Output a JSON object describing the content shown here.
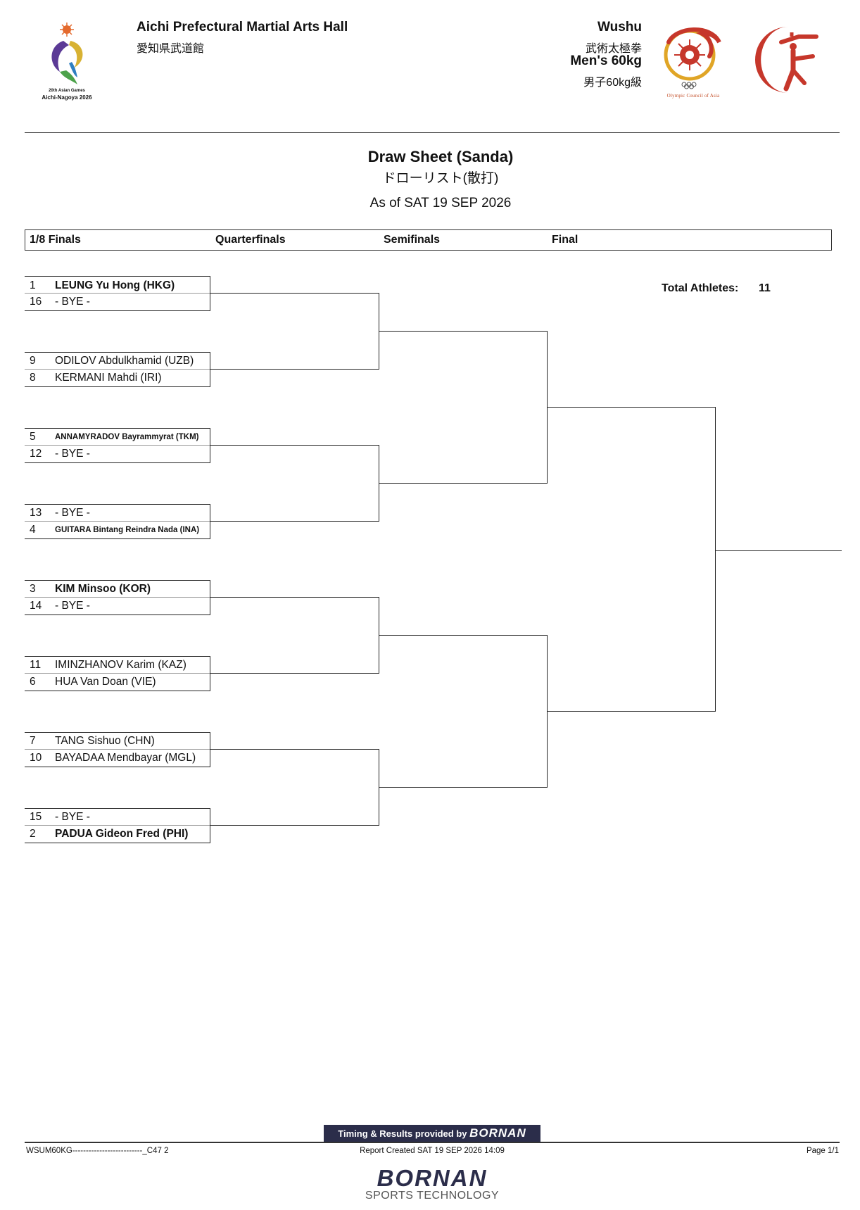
{
  "header": {
    "venue_en": "Aichi Prefectural Martial Arts Hall",
    "venue_jp": "愛知県武道館",
    "sport_en": "Wushu",
    "sport_jp": "武術太極拳",
    "event_en": "Men's 60kg",
    "event_jp": "男子60kg級",
    "games_logo_line1": "20th Asian Games",
    "games_logo_line2": "Aichi-Nagoya 2026",
    "oca_logo_caption": "Olympic Council of Asia"
  },
  "title": {
    "en": "Draw Sheet (Sanda)",
    "jp": "ドローリスト(散打)",
    "as_of": "As of SAT 19 SEP 2026"
  },
  "rounds": [
    "1/8 Finals",
    "Quarterfinals",
    "Semifinals",
    "Final"
  ],
  "total": {
    "label": "Total Athletes:",
    "value": "11"
  },
  "entries": [
    {
      "seed": "1",
      "name": "LEUNG Yu Hong (HKG)"
    },
    {
      "seed": "16",
      "name": "- BYE -"
    },
    {
      "seed": "9",
      "name": "ODILOV Abdulkhamid (UZB)"
    },
    {
      "seed": "8",
      "name": "KERMANI Mahdi (IRI)"
    },
    {
      "seed": "5",
      "name": "ANNAMYRADOV Bayrammyrat (TKM)"
    },
    {
      "seed": "12",
      "name": "- BYE -"
    },
    {
      "seed": "13",
      "name": "- BYE -"
    },
    {
      "seed": "4",
      "name": "GUITARA Bintang Reindra Nada (INA)"
    },
    {
      "seed": "3",
      "name": "KIM Minsoo (KOR)"
    },
    {
      "seed": "14",
      "name": "- BYE -"
    },
    {
      "seed": "11",
      "name": "IMINZHANOV Karim (KAZ)"
    },
    {
      "seed": "6",
      "name": "HUA Van Doan (VIE)"
    },
    {
      "seed": "7",
      "name": "TANG Sishuo (CHN)"
    },
    {
      "seed": "10",
      "name": "BAYADAA Mendbayar (MGL)"
    },
    {
      "seed": "15",
      "name": "- BYE -"
    },
    {
      "seed": "2",
      "name": "PADUA Gideon Fred (PHI)"
    }
  ],
  "footer": {
    "badge_text": "Timing & Results provided by",
    "badge_brand": "BORNAN",
    "code": "WSUM60KG--------------------------_C47 2",
    "report_created": "Report Created SAT 19 SEP 2026 14:09",
    "page": "Page 1/1",
    "brand_big": "BORNAN",
    "brand_sub": "SPORTS TECHNOLOGY"
  },
  "colors": {
    "oca_red": "#c6372b",
    "oca_gold": "#e0a526",
    "footer_navy": "#2b2d4a"
  }
}
